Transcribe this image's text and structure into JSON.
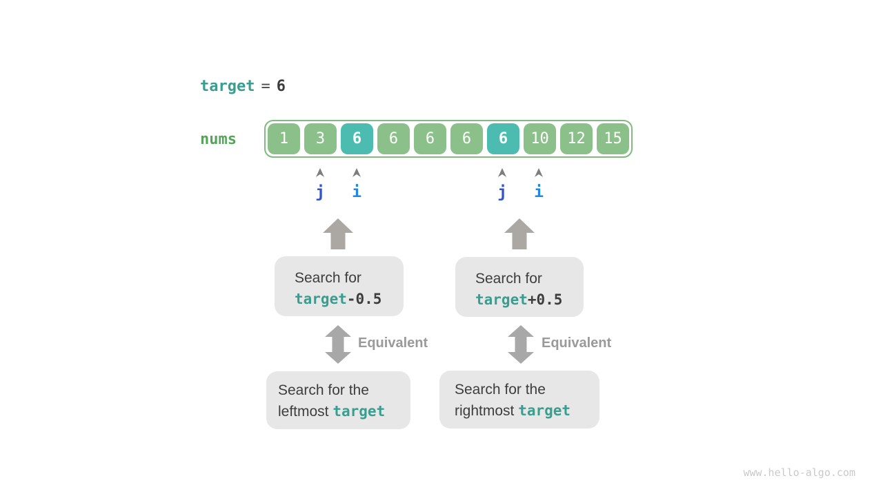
{
  "header": {
    "target_keyword": "target",
    "equals_sign": "=",
    "target_value": "6"
  },
  "array": {
    "label": "nums",
    "cells": [
      {
        "value": "1",
        "highlighted": false
      },
      {
        "value": "3",
        "highlighted": false
      },
      {
        "value": "6",
        "highlighted": true
      },
      {
        "value": "6",
        "highlighted": false
      },
      {
        "value": "6",
        "highlighted": false
      },
      {
        "value": "6",
        "highlighted": false
      },
      {
        "value": "6",
        "highlighted": true
      },
      {
        "value": "10",
        "highlighted": false
      },
      {
        "value": "12",
        "highlighted": false
      },
      {
        "value": "15",
        "highlighted": false
      }
    ]
  },
  "markers": {
    "j_label": "j",
    "i_label": "i"
  },
  "flows": {
    "left": {
      "search_prefix": "Search for",
      "search_code": "target",
      "search_suffix": "-0.5",
      "equivalent_label": "Equivalent",
      "result_line1": "Search for the",
      "result_line2_prefix": "leftmost ",
      "result_code": "target"
    },
    "right": {
      "search_prefix": "Search for",
      "search_code": "target",
      "search_suffix": "+0.5",
      "equivalent_label": "Equivalent",
      "result_line1": "Search for the",
      "result_line2_prefix": "rightmost ",
      "result_code": "target"
    }
  },
  "watermark": "www.hello-algo.com",
  "colors": {
    "cell_green": "#8CC08A",
    "cell_teal": "#4DBCB0",
    "array_border_green": "#7FBA7F",
    "code_teal": "#399E8F",
    "nums_label_green": "#56A45C",
    "pointer_j_blue": "#3253D0",
    "pointer_i_blue": "#1E88E5",
    "arrow_gray": "#ABA7A2",
    "equivalent_gray": "#9A9A9A",
    "box_gray": "#E7E7E7",
    "dark_text": "#3D3D3D",
    "watermark_gray": "#C9C9C9"
  }
}
